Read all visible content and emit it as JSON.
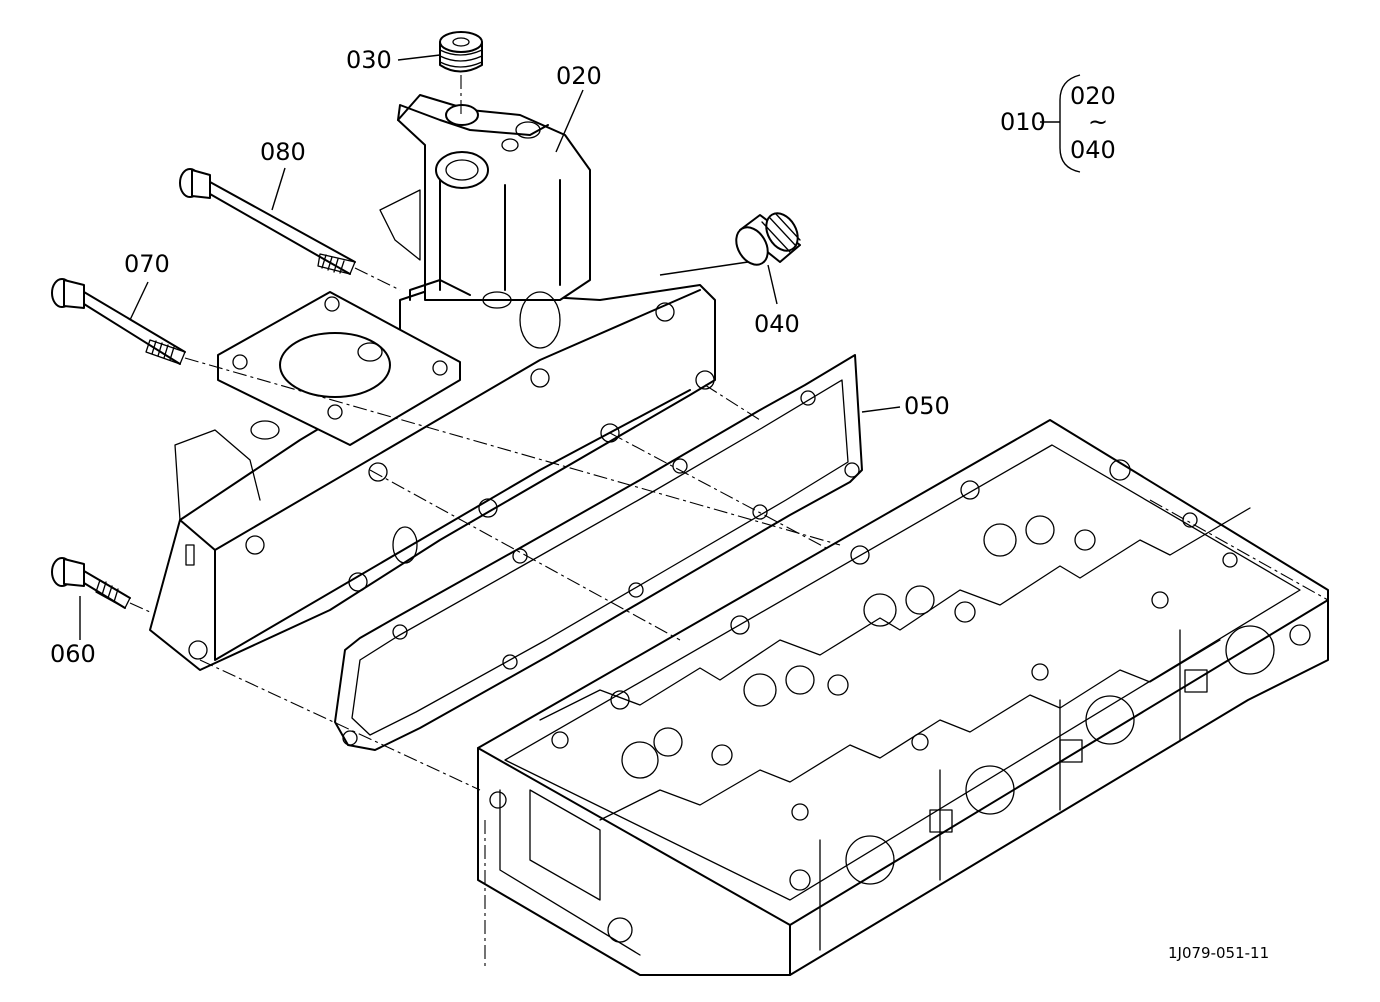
{
  "labels": {
    "p010": "010",
    "p020": "020",
    "p030": "030",
    "p040": "040",
    "p050": "050",
    "p060": "060",
    "p070": "070",
    "p080": "080"
  },
  "group": {
    "top": "020",
    "tilde": "~",
    "bottom": "040"
  },
  "reference": "1J079-051-11"
}
